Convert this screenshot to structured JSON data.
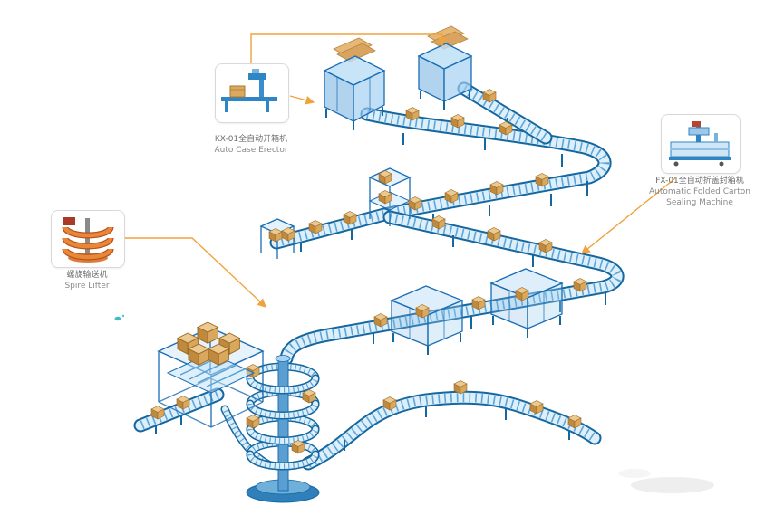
{
  "diagram": {
    "type": "isometric-production-line",
    "background": "#ffffff",
    "callouts": [
      {
        "id": "auto-case-erector",
        "label_cn": "KX-01全自动开箱机",
        "label_en": "Auto Case Erector"
      },
      {
        "id": "carton-sealing-machine",
        "label_cn": "FX-01全自动折盖封箱机",
        "label_en": "Automatic Folded Carton Sealing Machine"
      },
      {
        "id": "spiral-lifter",
        "label_cn": "螺旋输送机",
        "label_en": "Spire Lifter"
      }
    ],
    "colors": {
      "conveyor_blue": "#15679f",
      "conveyor_bed": "#ddeffb",
      "roller_blue": "#4e9cd4",
      "carton_tan": "#d9a85c",
      "callout_line_orange": "#f0a23c",
      "spiral_orange": "#e2762b"
    }
  }
}
